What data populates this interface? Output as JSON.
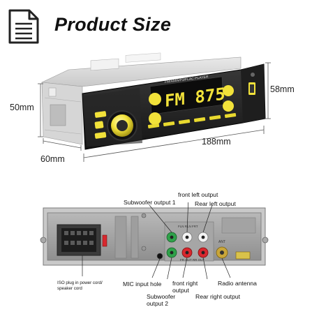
{
  "header": {
    "title": "Product Size"
  },
  "dimensions": {
    "height": "50mm",
    "depth": "60mm",
    "width": "188mm",
    "face_height": "58mm"
  },
  "front_display": {
    "banner": "FM/AM/MP3/FLAC PLAYER",
    "screen_text": "FM 875"
  },
  "rear_panel": {
    "silkscreen_top": "FLN RLN   FRT",
    "silkscreen_bottom": "FR OUT  RR OUT",
    "ant_mark": "ANT",
    "labels": {
      "front_left_output": "front left output",
      "subwoofer_output_1": "Subwoofer output 1",
      "rear_left_output": "Rear left output",
      "iso_plug": "ISO plug in power cord/ speaker cord",
      "mic_input": "MIC input hole",
      "front_right_output": "front right output",
      "radio_antenna": "Radio antenna",
      "subwoofer_output_2": "Subwoofer output 2",
      "rear_right_output": "Rear right output"
    }
  },
  "colors": {
    "accent_yellow": "#f2e23a",
    "rca_green": "#2fa24a",
    "rca_red": "#d8272e",
    "rca_white": "#f4f4f4",
    "antenna_gold": "#c9a63a",
    "panel_gray": "#9a9a9a"
  }
}
